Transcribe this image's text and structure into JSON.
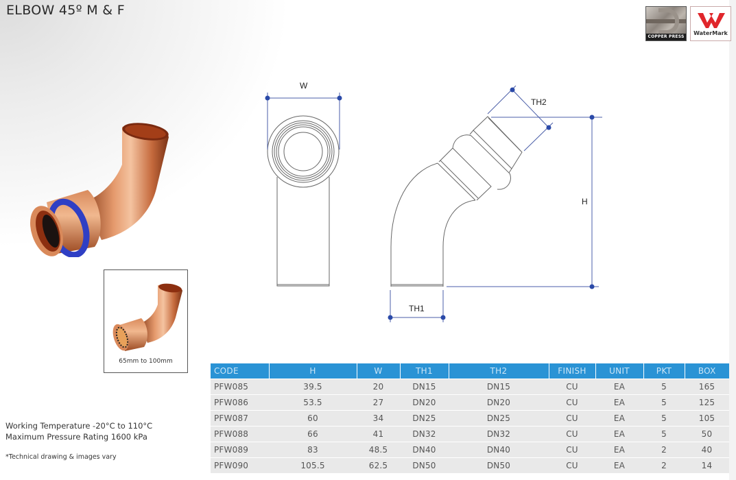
{
  "title": "ELBOW 45º M & F",
  "badges": {
    "copper_press": {
      "label": "COPPER PRESS"
    },
    "watermark": {
      "label": "WaterMark",
      "accent": "#e0262b"
    }
  },
  "inset": {
    "caption": "65mm to 100mm"
  },
  "drawing_labels": {
    "w": "W",
    "h": "H",
    "th1": "TH1",
    "th2": "TH2",
    "dimension_color": "#2b4aa8"
  },
  "specs": {
    "working_temperature": "Working Temperature  -20°C to 110°C",
    "max_pressure": "Maximum Pressure Rating  1600 kPa"
  },
  "footnote": "*Technical drawing & images vary",
  "table": {
    "header_color": "#2a93d5",
    "columns": [
      "CODE",
      "H",
      "W",
      "TH1",
      "TH2",
      "FINISH",
      "UNIT",
      "PKT",
      "BOX"
    ],
    "rows": [
      [
        "PFW085",
        "39.5",
        "20",
        "DN15",
        "DN15",
        "CU",
        "EA",
        "5",
        "165"
      ],
      [
        "PFW086",
        "53.5",
        "27",
        "DN20",
        "DN20",
        "CU",
        "EA",
        "5",
        "125"
      ],
      [
        "PFW087",
        "60",
        "34",
        "DN25",
        "DN25",
        "CU",
        "EA",
        "5",
        "105"
      ],
      [
        "PFW088",
        "66",
        "41",
        "DN32",
        "DN32",
        "CU",
        "EA",
        "5",
        "50"
      ],
      [
        "PFW089",
        "83",
        "48.5",
        "DN40",
        "DN40",
        "CU",
        "EA",
        "2",
        "40"
      ],
      [
        "PFW090",
        "105.5",
        "62.5",
        "DN50",
        "DN50",
        "CU",
        "EA",
        "2",
        "14"
      ]
    ]
  }
}
